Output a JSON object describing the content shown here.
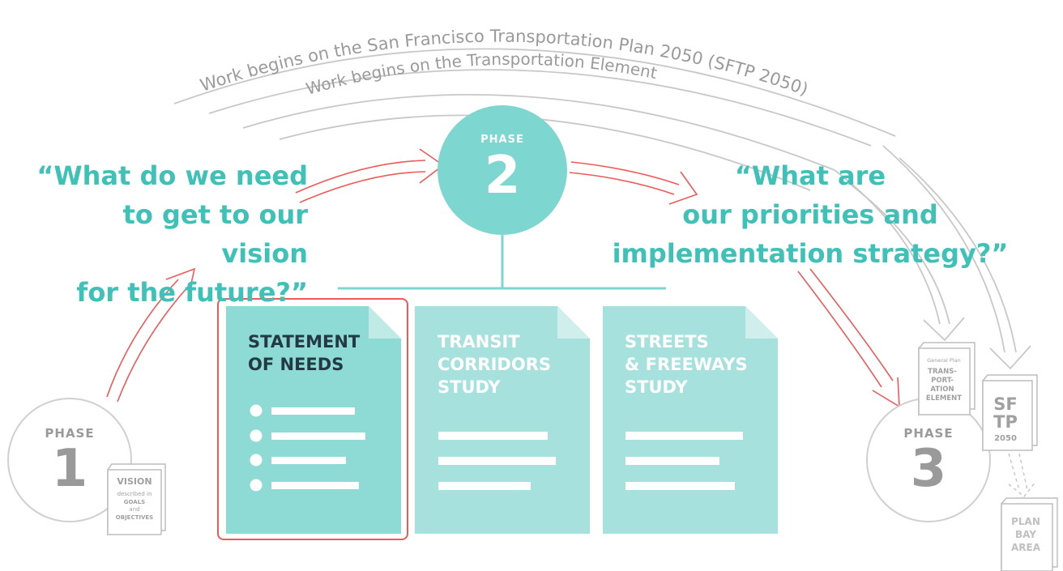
{
  "arc_outer": "Work begins on the San Francisco Transportation Plan 2050 (SFTP 2050)",
  "arc_inner": "Work begins on the Transportation Element",
  "phase1": {
    "label": "PHASE",
    "number": "1"
  },
  "phase2": {
    "label": "PHASE",
    "number": "2"
  },
  "phase3": {
    "label": "PHASE",
    "number": "3"
  },
  "question_left": [
    "“What do we need",
    "to get to our vision",
    "for the future?”"
  ],
  "question_right": [
    "“What are",
    "our priorities and",
    "implementation strategy?”"
  ],
  "docs": [
    {
      "title": [
        "STATEMENT",
        "OF NEEDS"
      ]
    },
    {
      "title": [
        "TRANSIT",
        "CORRIDORS",
        "STUDY"
      ]
    },
    {
      "title": [
        "STREETS",
        "& FREEWAYS",
        "STUDY"
      ]
    }
  ],
  "vision_book": {
    "title": "VISION",
    "l1": "described in",
    "l2": "GOALS",
    "l3": "and",
    "l4": "OBJECTIVES"
  },
  "te_book": {
    "top": "General Plan",
    "l1": "TRANS-",
    "l2": "PORT-",
    "l3": "ATION",
    "l4": "ELEMENT"
  },
  "sftp_book": {
    "l1": "SF",
    "l2": "TP",
    "l3": "2050"
  },
  "pba_book": {
    "l1": "PLAN",
    "l2": "BAY",
    "l3": "AREA"
  },
  "colors": {
    "teal": "#3fc1b8",
    "teal_light": "#a6e1dd",
    "teal_doc": "#8edad4",
    "red": "#ee5a5a",
    "gray": "#b5b5b5"
  }
}
